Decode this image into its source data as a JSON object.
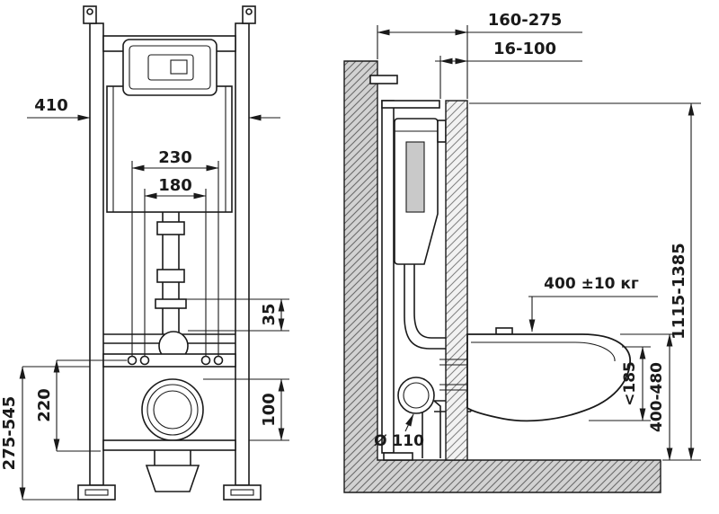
{
  "colors": {
    "line": "#1a1a1a",
    "wall_fill": "#d2d2d2",
    "panel_fill": "#f2f2f2"
  },
  "front": {
    "width": "410",
    "spacing_outer": "230",
    "spacing_inner": "180",
    "offset_small": "35",
    "outlet_offset": "100",
    "outlet_height": "220",
    "leg_adjust": "275-545"
  },
  "side": {
    "depth_total": "160-275",
    "depth_panel": "16-100",
    "load": "400 ±10 кг",
    "frame_height": "1115-1385",
    "bowl_depth_max": "<185",
    "seat_height": "400-480",
    "drain_diameter": "Ø 110"
  }
}
